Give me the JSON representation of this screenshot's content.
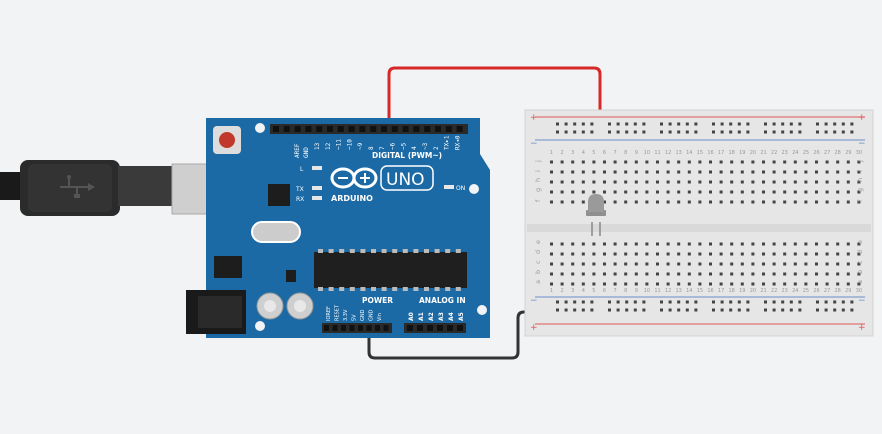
{
  "colors": {
    "background": "#f1f3f4",
    "board": "#1b6aa6",
    "board_dark": "#0e4f80",
    "header": "#2a2a2a",
    "wire_red": "#d62828",
    "wire_black": "#333333",
    "breadboard": "#e6e6e6",
    "rail_red": "#e05555",
    "rail_blue": "#6b8fc9",
    "led": "#9a9a9a"
  },
  "board": {
    "brand": "ARDUINO",
    "model": "UNO",
    "digital_label": "DIGITAL (PWM~)",
    "power_label": "POWER",
    "analog_label": "ANALOG IN",
    "on_label": "ON",
    "l_label": "L",
    "tx_label": "TX",
    "rx_label": "RX",
    "aref": "AREF",
    "gnd": "GND",
    "digital_pins": [
      "13",
      "12",
      "~11",
      "~10",
      "~9",
      "8",
      "7",
      "~6",
      "~5",
      "4",
      "~3",
      "2",
      "TX▸1",
      "RX◂0"
    ],
    "power_pins": [
      "IOREF",
      "RESET",
      "3.3V",
      "5V",
      "GND",
      "GND",
      "Vin"
    ],
    "analog_pins": [
      "A0",
      "A1",
      "A2",
      "A3",
      "A4",
      "A5"
    ]
  },
  "breadboard": {
    "row_letters_top": [
      "j",
      "i",
      "h",
      "g",
      "f"
    ],
    "row_letters_bottom": [
      "e",
      "d",
      "c",
      "b",
      "a"
    ],
    "column_numbers": [
      "1",
      "2",
      "3",
      "4",
      "5",
      "6",
      "7",
      "8",
      "9",
      "10",
      "11",
      "12",
      "13",
      "14",
      "15",
      "16",
      "17",
      "18",
      "19",
      "20",
      "21",
      "22",
      "23",
      "24",
      "25",
      "26",
      "27",
      "28",
      "29",
      "30"
    ],
    "plus": "+",
    "minus": "−"
  },
  "components": {
    "usb_cable": "usb",
    "led": "led",
    "red_wire": "digital-7-to-breadboard",
    "black_wire": "gnd-to-breadboard-rail"
  }
}
